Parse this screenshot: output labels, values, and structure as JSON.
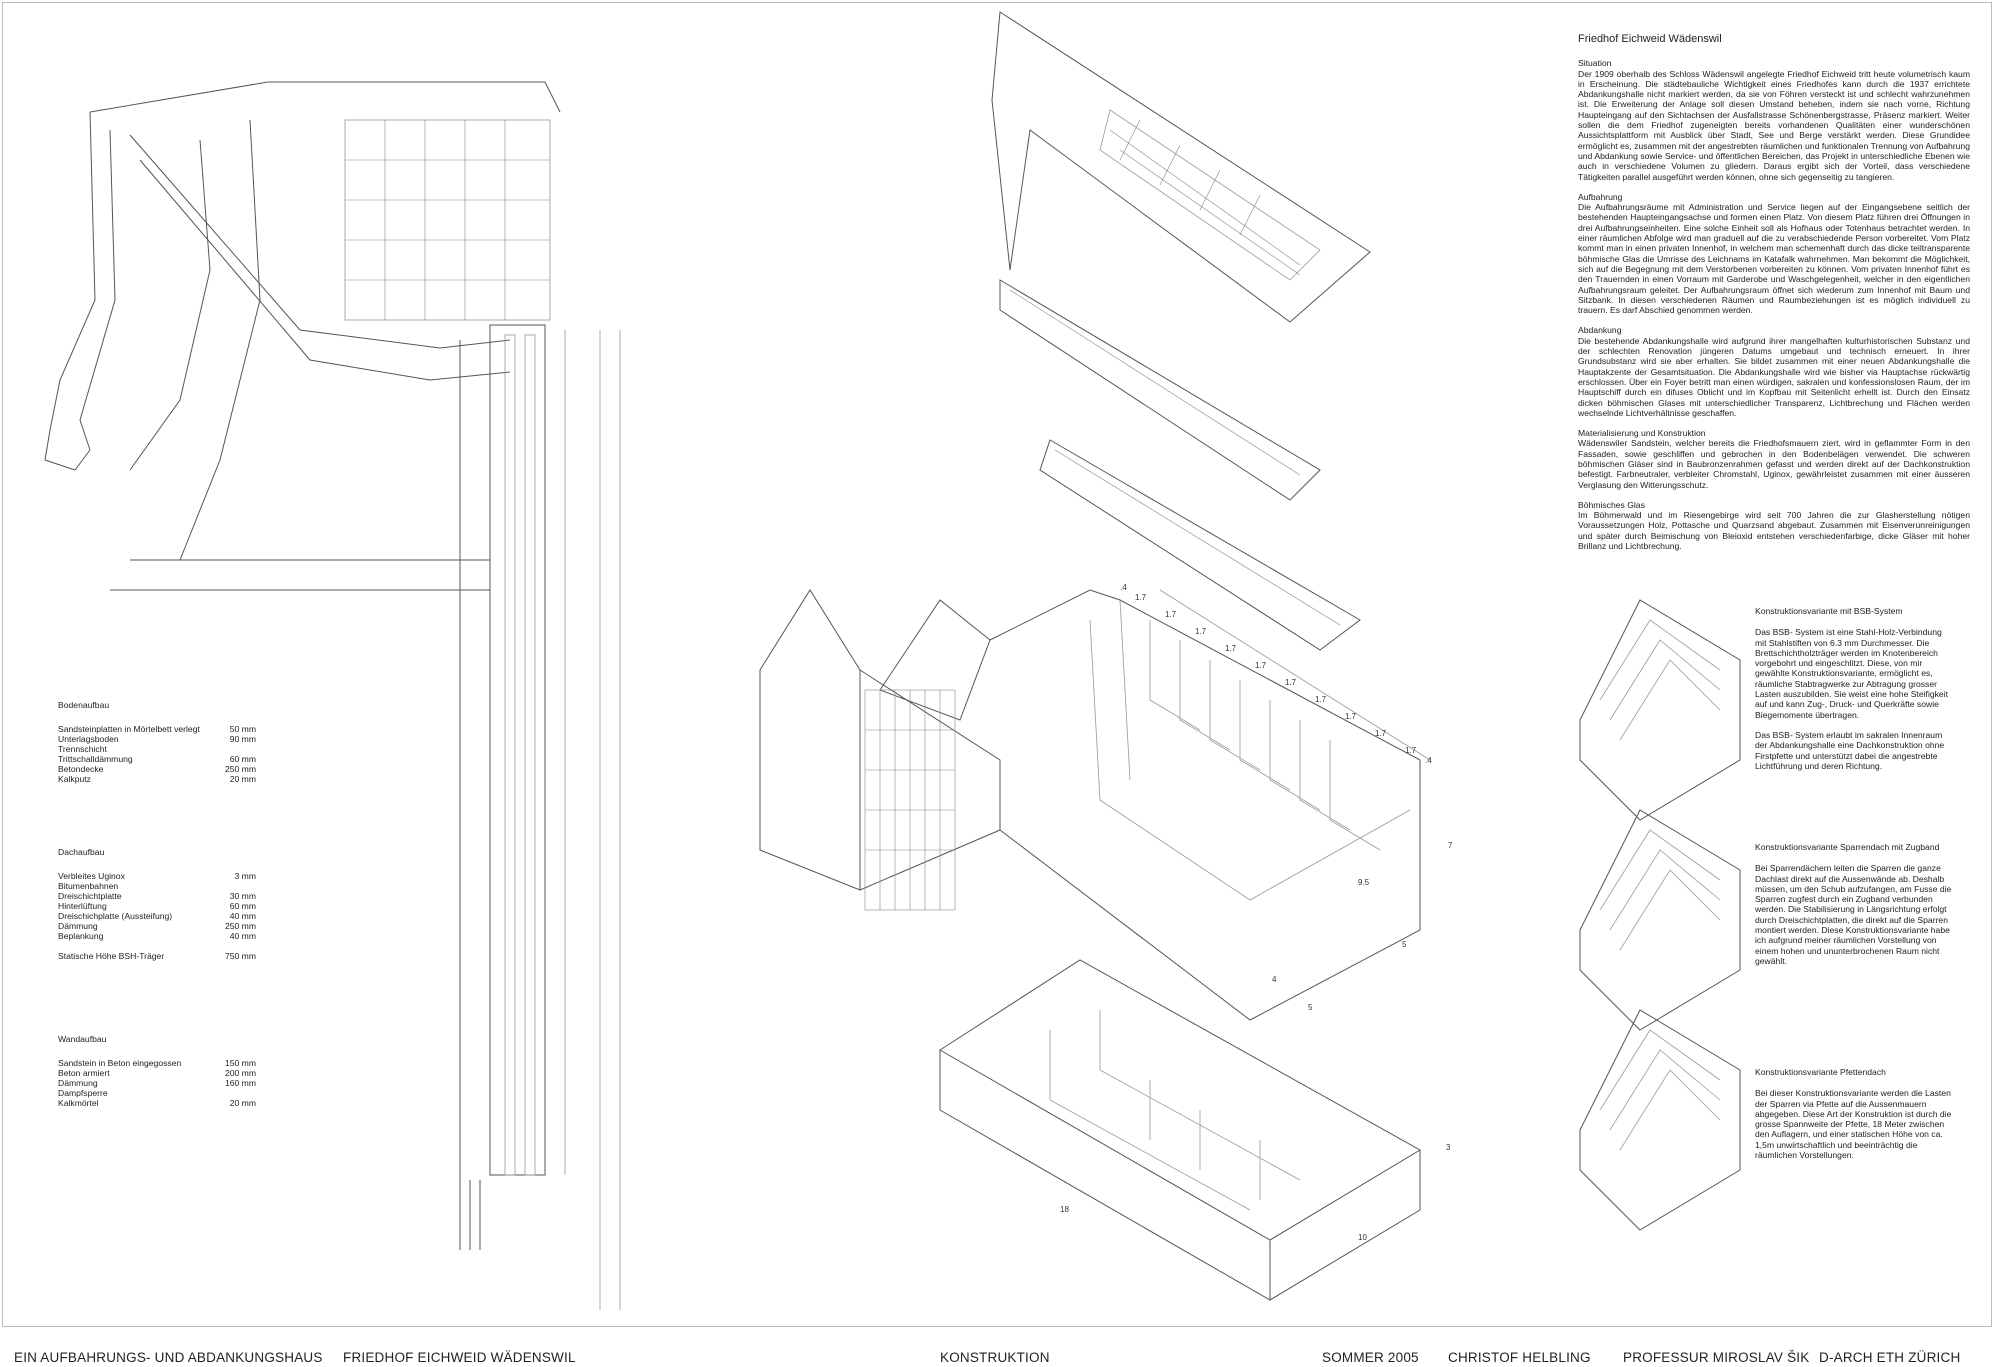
{
  "title": "Friedhof Eichweid Wädenswil",
  "sections": [
    {
      "heading": "Situation",
      "text": "Der 1909 oberhalb des Schloss Wädenswil angelegte Friedhof Eichweid tritt heute volumetrisch kaum in Erscheinung. Die städtebauliche Wichtigkeit eines Friedhofes kann durch die 1937 errichtete Abdankungshalle nicht markiert werden, da sie von Föhren versteckt ist und schlecht wahrzunehmen ist. Die Erweiterung der Anlage soll diesen Umstand beheben, indem sie nach vorne, Richtung Haupteingang auf den Sichtachsen der Ausfallstrasse Schönenbergstrasse, Präsenz markiert. Weiter sollen die dem Friedhof zugeneigten bereits vorhandenen Qualitäten einer wunderschönen Aussichtsplattform mit Ausblick über Stadt, See und Berge verstärkt werden. Diese Grundidee ermöglicht es, zusammen mit der angestrebten räumlichen und funktionalen Trennung von Aufbahrung und Abdankung sowie Service- und öffentlichen Bereichen, das Projekt in unterschiedliche Ebenen wie auch in verschiedene Volumen zu gliedern. Daraus ergibt sich der Vorteil, dass verschiedene Tätigkeiten parallel ausgeführt werden können, ohne sich gegenseitig zu tangieren."
    },
    {
      "heading": "Aufbahrung",
      "text": "Die Aufbahrungsräume mit Administration und Service liegen auf der Eingangsebene seitlich der bestehenden Haupteingangsachse und formen einen Platz. Von diesem Platz führen drei Öffnungen in drei Aufbahrungseinheiten. Eine solche Einheit soll als Hofhaus oder Totenhaus betrachtet werden. In einer räumlichen Abfolge wird man graduell auf die zu verabschiedende Person vorbereitet. Vom Platz kommt man in einen privaten Innenhof, in welchem man schemenhaft durch das dicke teiltransparente böhmische Glas die Umrisse des Leichnams im Katafalk wahrnehmen. Man bekommt die Möglichkeit, sich auf die Begegnung mit dem Verstorbenen vorbereiten zu können. Vom privaten Innenhof führt es den Trauernden in einen Vorraum mit Garderobe und Waschgelegenheit, welcher in den eigentlichen Aufbahrungsraum geleitet. Der Aufbahrungsraum öffnet sich wiederum zum Innenhof mit Baum und Sitzbank. In diesen verschiedenen Räumen und Raumbeziehungen ist es möglich individuell zu trauern. Es darf Abschied genommen werden."
    },
    {
      "heading": "Abdankung",
      "text": "Die bestehende Abdankungshalle wird aufgrund ihrer mangelhaften kulturhistorischen Substanz und der schlechten Renovation jüngeren Datums umgebaut und technisch erneuert. In ihrer Grundsubstanz wird sie aber erhalten. Sie bildet zusammen mit einer neuen Abdankungshalle die Hauptakzente der Gesamtsituation. Die Abdankungshalle wird wie bisher via Hauptachse rückwärtig erschlossen. Über ein Foyer betritt man einen würdigen, sakralen und konfessionslosen Raum, der im Hauptschiff durch ein difuses Oblicht und im Kopfbau mit Seitenlicht erhellt ist. Durch den Einsatz dicken böhmischen Glases mit unterschiedlicher Transparenz, Lichtbrechung und Flächen werden wechselnde Lichtverhältnisse geschaffen."
    },
    {
      "heading": "Materialisierung und Konstruktion",
      "text": "Wädenswiler Sandstein, welcher bereits die Friedhofsmauern ziert, wird in geflammter Form in den Fassaden, sowie geschliffen und gebrochen in den Bodenbelägen verwendet. Die schweren böhmischen Gläser sind in Baubronzenrahmen gefasst und werden direkt auf der Dachkonstruktion befestigt. Farbneutraler, verbleiter Chromstahl, Uginox, gewährleistet zusammen mit einer äusseren Verglasung den Witterungsschutz."
    },
    {
      "heading": "Böhmisches Glas",
      "text": "Im Böhmerwald und im Riesengebirge wird seit 700 Jahren die zur Glasherstellung nötigen Voraussetzungen Holz, Pottasche und Quarzsand abgebaut. Zusammen mit Eisenverunreinigungen und später durch Beimischung von Bleioxid entstehen verschiedenfarbige, dicke Gläser mit hoher Brillanz und Lichtbrechung."
    }
  ],
  "variants": [
    {
      "heading": "Konstruktionsvariante mit BSB-System",
      "text": "Das BSB- System ist eine Stahl-Holz-Verbindung mit Stahlstiften von 6.3 mm Durchmesser. Die Brettschichtholzträger werden im Knotenbereich vorgebohrt und eingeschlitzt. Diese, von mir gewählte Konstruktionsvariante, ermöglicht es, räumliche Stabtragwerke zur Abtragung grosser Lasten auszubilden. Sie weist eine hohe Steifigkeit auf und kann Zug-, Druck- und Querkräfte sowie Biegemomente übertragen.",
      "text2": "Das BSB- System erlaubt im sakralen Innenraum der Abdankungshalle eine Dachkonstruktion ohne Firstpfette und unterstützt dabei die angestrebte Lichtführung und deren Richtung."
    },
    {
      "heading": "Konstruktionsvariante Sparrendach mit Zugband",
      "text": "Bei Sparrendächern leiten die Sparren die ganze Dachlast direkt auf die Aussenwände ab. Deshalb müssen, um den Schub aufzufangen, am Fusse die Sparren zugfest durch ein Zugband verbunden werden. Die Stabilisierung in Längsrichtung erfolgt durch Dreischichtplatten, die direkt auf die Sparren montiert werden. Diese Konstruktionsvariante habe ich aufgrund meiner räumlichen Vorstellung von einem hohen und ununterbrochenen Raum nicht gewählt.",
      "text2": ""
    },
    {
      "heading": "Konstruktionsvariante Pfettendach",
      "text": "Bei dieser Konstruktionsvariante werden die Lasten der Sparren via Pfette auf die Aussenmauern abgegeben. Diese Art der Konstruktion ist durch die grosse Spannweite der Pfette, 18 Meter zwischen den Auflagern, und einer statischen Höhe von ca. 1,5m unwirtschaftlich und beeinträchtig die räumlichen Vorstellungen.",
      "text2": ""
    }
  ],
  "bodenaufbau": {
    "title": "Bodenaufbau",
    "rows": [
      {
        "label": "Sandsteinplatten in Mörtelbett verlegt",
        "value": "50 mm"
      },
      {
        "label": "Unterlagsboden",
        "value": "90 mm"
      },
      {
        "label": "Trennschicht",
        "value": ""
      },
      {
        "label": "Trittschalldämmung",
        "value": "60 mm"
      },
      {
        "label": "Betondecke",
        "value": "250 mm"
      },
      {
        "label": "Kalkputz",
        "value": "20 mm"
      }
    ]
  },
  "dachaufbau": {
    "title": "Dachaufbau",
    "rows": [
      {
        "label": "Verbleites Uginox",
        "value": "3 mm"
      },
      {
        "label": "Bitumenbahnen",
        "value": ""
      },
      {
        "label": "Dreischichtplatte",
        "value": "30 mm"
      },
      {
        "label": "Hinterlüftung",
        "value": "60 mm"
      },
      {
        "label": "Dreischichplatte (Aussteifung)",
        "value": "40 mm"
      },
      {
        "label": "Dämmung",
        "value": "250 mm"
      },
      {
        "label": "Beplankung",
        "value": "40 mm"
      }
    ],
    "extra_label": "Statische Höhe BSH-Träger",
    "extra_value": "750 mm"
  },
  "wandaufbau": {
    "title": "Wandaufbau",
    "rows": [
      {
        "label": "Sandstein in Beton eingegossen",
        "value": "150 mm"
      },
      {
        "label": "Beton armiert",
        "value": "200 mm"
      },
      {
        "label": "Dämmung",
        "value": "160 mm"
      },
      {
        "label": "Dampfsperre",
        "value": ""
      },
      {
        "label": "Kalkmörtel",
        "value": "20 mm"
      }
    ]
  },
  "dimensions": {
    "roof": [
      ".4",
      "1.7",
      "1.7",
      "1.7",
      "1.7",
      "1.7",
      "1.7",
      "1.7",
      "1.7",
      "1.7",
      "1.7",
      ".4"
    ],
    "h7": "7",
    "h95": "9.5",
    "w5a": "5",
    "w4": "4",
    "w5b": "5",
    "h3": "3",
    "l18": "18",
    "w10": "10"
  },
  "footer": {
    "left": "EIN AUFBAHRUNGS- UND ABDANKUNGSHAUS",
    "left2": "FRIEDHOF EICHWEID WÄDENSWIL",
    "center": "KONSTRUKTION",
    "season": "SOMMER 2005",
    "author": "CHRISTOF HELBLING",
    "professor": "PROFESSUR MIROSLAV ŠIK",
    "institute": "D-ARCH ETH ZÜRICH"
  }
}
